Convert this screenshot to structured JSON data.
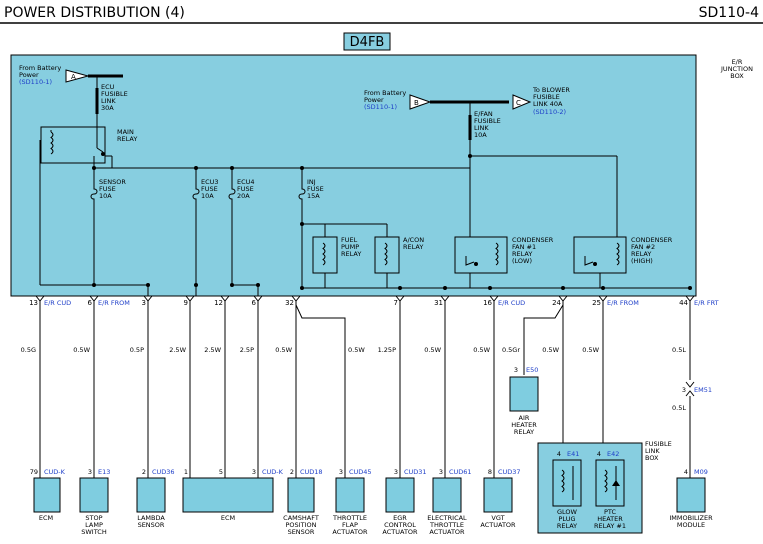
{
  "header": {
    "title": "POWER DISTRIBUTION (4)",
    "code": "SD110-4"
  },
  "engine_badge": "D4FB",
  "junction_box_label": [
    "E/R",
    "JUNCTION",
    "BOX"
  ],
  "battery_a": {
    "label": [
      "From Battery",
      "Power"
    ],
    "ref": "(SD110-1)",
    "letter": "A"
  },
  "battery_b": {
    "label": [
      "From Battery",
      "Power"
    ],
    "ref": "(SD110-1)",
    "letter": "B"
  },
  "out_c": {
    "letter": "C",
    "label": [
      "To BLOWER",
      "FUSIBLE",
      "LINK 40A"
    ],
    "ref": "(SD110-2)"
  },
  "ecu_fusible_link": [
    "ECU",
    "FUSIBLE",
    "LINK",
    "30A"
  ],
  "fan_fusible_link": [
    "E/FAN",
    "FUSIBLE",
    "LINK",
    "10A"
  ],
  "main_relay": [
    "MAIN",
    "RELAY"
  ],
  "fuses": {
    "sensor": [
      "SENSOR",
      "FUSE",
      "10A"
    ],
    "ecu3": [
      "ECU3",
      "FUSE",
      "10A"
    ],
    "ecu4": [
      "ECU4",
      "FUSE",
      "20A"
    ],
    "inj": [
      "INJ",
      "FUSE",
      "15A"
    ]
  },
  "relays": {
    "fuel_pump": [
      "FUEL",
      "PUMP",
      "RELAY"
    ],
    "acon": [
      "A/CON",
      "RELAY"
    ],
    "cond1": [
      "CONDENSER",
      "FAN #1",
      "RELAY",
      "(LOW)"
    ],
    "cond2": [
      "CONDENSER",
      "FAN #2",
      "RELAY",
      "(HIGH)"
    ]
  },
  "pins": [
    {
      "num": "13",
      "conn": "E/R CUD"
    },
    {
      "num": "6",
      "conn": "E/R FROM"
    },
    {
      "num": "3",
      "conn": ""
    },
    {
      "num": "9",
      "conn": ""
    },
    {
      "num": "12",
      "conn": ""
    },
    {
      "num": "6",
      "conn": ""
    },
    {
      "num": "32",
      "conn": ""
    },
    {
      "num": "7",
      "conn": ""
    },
    {
      "num": "31",
      "conn": ""
    },
    {
      "num": "16",
      "conn": "E/R CUD"
    },
    {
      "num": "24",
      "conn": ""
    },
    {
      "num": "25",
      "conn": "E/R FROM"
    },
    {
      "num": "44",
      "conn": "E/R FRT"
    }
  ],
  "wires": [
    "0.5G",
    "0.5W",
    "0.5P",
    "2.5W",
    "2.5W",
    "2.5P",
    "0.5W",
    "0.5W",
    "1.25P",
    "0.5W",
    "0.5W",
    "0.5Gr",
    "0.5W",
    "0.5W",
    "0.5L",
    "0.5L"
  ],
  "air_heater": {
    "pin": "3",
    "conn": "E50",
    "label": [
      "AIR",
      "HEATER",
      "RELAY"
    ]
  },
  "em51": {
    "pin": "3",
    "conn": "EM51"
  },
  "fusible_link_box": [
    "FUSIBLE",
    "LINK",
    "BOX"
  ],
  "bottom_connectors": [
    {
      "pin": "79",
      "conn": "CUD-K"
    },
    {
      "pin": "3",
      "conn": "E13"
    },
    {
      "pin": "2",
      "conn": "CUD36"
    },
    {
      "pin": "1",
      "conn": ""
    },
    {
      "pin": "5",
      "conn": ""
    },
    {
      "pin": "3",
      "conn": "CUD-K"
    },
    {
      "pin": "2",
      "conn": "CUD18"
    },
    {
      "pin": "3",
      "conn": "CUD45"
    },
    {
      "pin": "3",
      "conn": "CUD31"
    },
    {
      "pin": "3",
      "conn": "CUD61"
    },
    {
      "pin": "8",
      "conn": "CUD37"
    },
    {
      "pin": "4",
      "conn": "E41"
    },
    {
      "pin": "4",
      "conn": "E42"
    },
    {
      "pin": "4",
      "conn": "M09"
    }
  ],
  "components": [
    {
      "label": [
        "ECM"
      ]
    },
    {
      "label": [
        "STOP",
        "LAMP",
        "SWITCH"
      ]
    },
    {
      "label": [
        "LAMBDA",
        "SENSOR"
      ]
    },
    {
      "label": [
        "ECM"
      ]
    },
    {
      "label": [
        "CAMSHAFT",
        "POSITION",
        "SENSOR"
      ]
    },
    {
      "label": [
        "THROTTLE",
        "FLAP",
        "ACTUATOR"
      ]
    },
    {
      "label": [
        "EGR",
        "CONTROL",
        "ACTUATOR"
      ]
    },
    {
      "label": [
        "ELECTRICAL",
        "THROTTLE",
        "ACTUATOR"
      ]
    },
    {
      "label": [
        "VGT",
        "ACTUATOR"
      ]
    },
    {
      "label": [
        "GLOW",
        "PLUG",
        "RELAY"
      ]
    },
    {
      "label": [
        "PTC",
        "HEATER",
        "RELAY #1"
      ]
    },
    {
      "label": [
        "IMMOBILIZER",
        "MODULE"
      ]
    }
  ],
  "colors": {
    "box_fill": "#87CEE0",
    "component_fill": "#7FCDE0",
    "ref_blue": "#1e3ec8",
    "line": "#000000"
  }
}
